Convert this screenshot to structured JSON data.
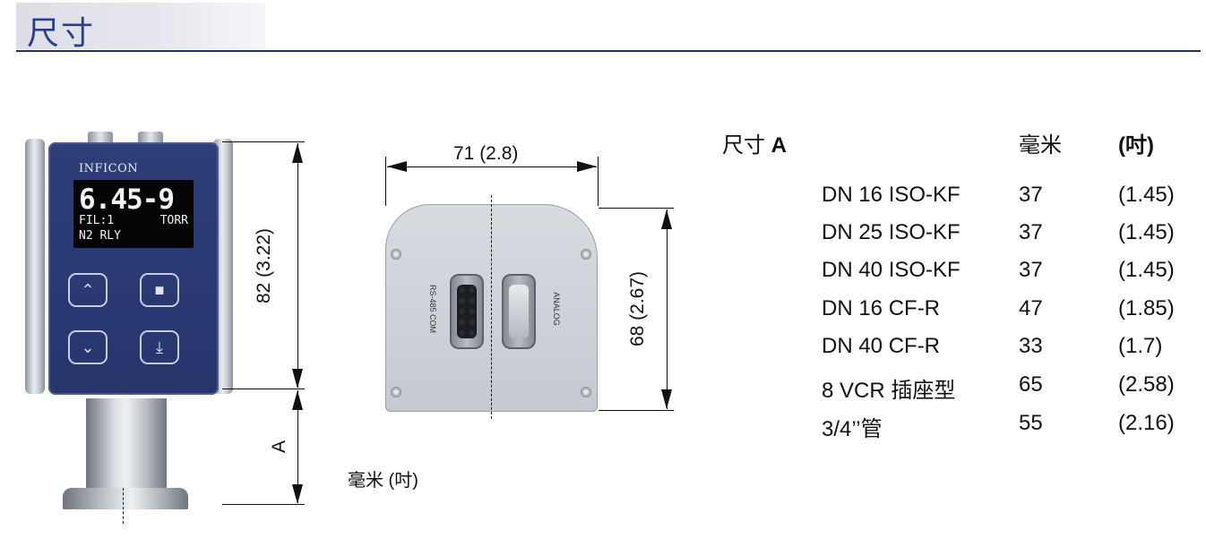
{
  "header": {
    "title": "尺寸"
  },
  "figure": {
    "brand": "INFICON",
    "display": {
      "reading": "6.45-9",
      "line2_left": "FIL:1",
      "line2_right": "TORR",
      "line3": "N2  RLY"
    },
    "front_height_label": "82 (3.22)",
    "dim_a_label": "A",
    "back_width_label": "71 (2.8)",
    "back_height_label": "68 (2.67)",
    "connector_left_label": "RS-485 COM",
    "connector_right_label": "ANALOG",
    "units_note": "毫米 (吋)"
  },
  "table": {
    "col_title": "尺寸 A",
    "col_mm": "毫米",
    "col_in": "(吋)",
    "rows": [
      {
        "name": "DN 16 ISO-KF",
        "mm": "37",
        "inch": "(1.45)"
      },
      {
        "name": "DN 25 ISO-KF",
        "mm": "37",
        "inch": "(1.45)"
      },
      {
        "name": "DN 40 ISO-KF",
        "mm": "37",
        "inch": "(1.45)"
      },
      {
        "name": "DN 16 CF-R",
        "mm": "47",
        "inch": "(1.85)"
      },
      {
        "name": "DN 40 CF-R",
        "mm": "33",
        "inch": "(1.7)"
      },
      {
        "name": "8 VCR 插座型",
        "mm": "65",
        "inch": "(2.58)"
      },
      {
        "name": "3/4’’管",
        "mm": "55",
        "inch": "(2.16)"
      }
    ]
  },
  "colors": {
    "title": "#2a3f8a",
    "rule": "#24306a",
    "panel": "#2e3e78"
  }
}
